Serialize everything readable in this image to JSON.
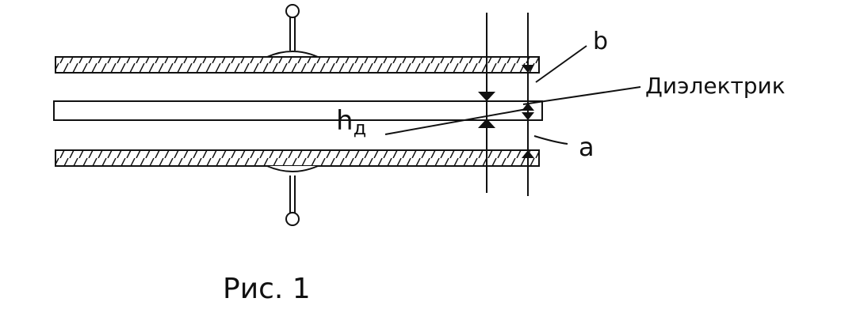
{
  "figure": {
    "labels": {
      "b": "b",
      "dielectric": "Диэлектрик",
      "h_main": "h",
      "h_sub": "д",
      "a": "a"
    },
    "caption": "Рис. 1",
    "colors": {
      "ink": "#111111",
      "background": "#ffffff"
    }
  }
}
